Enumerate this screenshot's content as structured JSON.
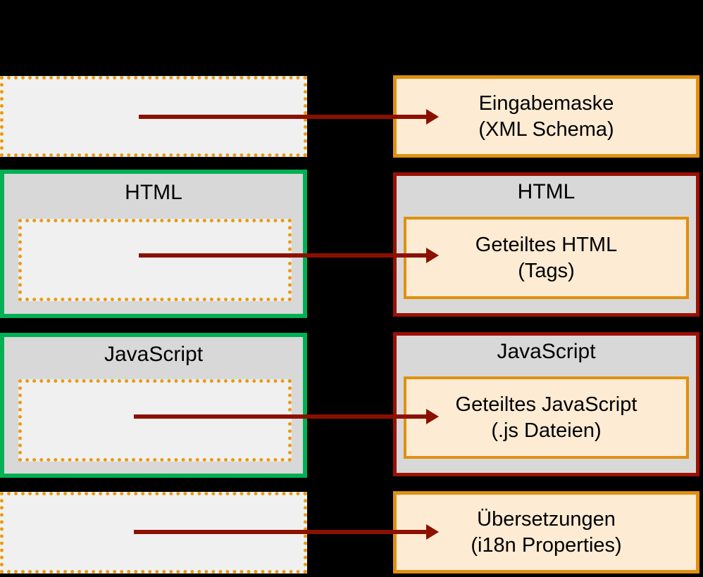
{
  "diagram": {
    "type": "two-column-flow",
    "background_color": "#000000",
    "colors": {
      "green_frame": "#00B055",
      "red_frame": "#9C1006",
      "orange_solid": "#E09010",
      "orange_dotted": "#E89C12",
      "group_fill": "#d8d8d8",
      "placeholder_fill": "#f0f0f0",
      "card_fill": "#FDEBD3",
      "arrow": "#8B1000",
      "text": "#000000"
    },
    "left_column": {
      "rows": [
        {
          "kind": "dotted-placeholder",
          "title": "",
          "inner_label": ""
        },
        {
          "kind": "green-group",
          "title": "HTML",
          "inner_label": ""
        },
        {
          "kind": "green-group",
          "title": "JavaScript",
          "inner_label": ""
        },
        {
          "kind": "dotted-placeholder",
          "title": "",
          "inner_label": ""
        }
      ]
    },
    "right_column": {
      "rows": [
        {
          "kind": "orange-card",
          "title": "",
          "card_line1": "Eingabemaske",
          "card_line2": "(XML Schema)"
        },
        {
          "kind": "red-group",
          "title": "HTML",
          "card_line1": "Geteiltes HTML",
          "card_line2": "(Tags)"
        },
        {
          "kind": "red-group",
          "title": "JavaScript",
          "card_line1": "Geteiltes JavaScript",
          "card_line2": "(.js Dateien)"
        },
        {
          "kind": "orange-card",
          "title": "",
          "card_line1": "Übersetzungen",
          "card_line2": "(i18n Properties)"
        }
      ]
    },
    "arrows": [
      {
        "name": "arrow-row-1",
        "direction": "left-to-right"
      },
      {
        "name": "arrow-row-2",
        "direction": "left-to-right"
      },
      {
        "name": "arrow-row-3",
        "direction": "left-to-right"
      },
      {
        "name": "arrow-row-4",
        "direction": "left-to-right"
      }
    ]
  }
}
